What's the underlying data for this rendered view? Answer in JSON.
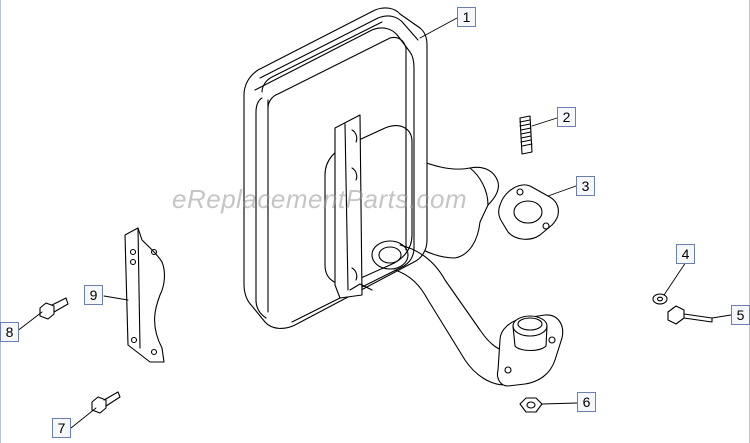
{
  "diagram": {
    "watermark": "eReplacementParts.com",
    "callouts": [
      "1",
      "2",
      "3",
      "4",
      "5",
      "6",
      "7",
      "8",
      "9"
    ]
  },
  "colors": {
    "line": "#000000",
    "callout_border": "#6b7fb0",
    "callout_fill": "#f6f7fb",
    "watermark": "#969696"
  }
}
